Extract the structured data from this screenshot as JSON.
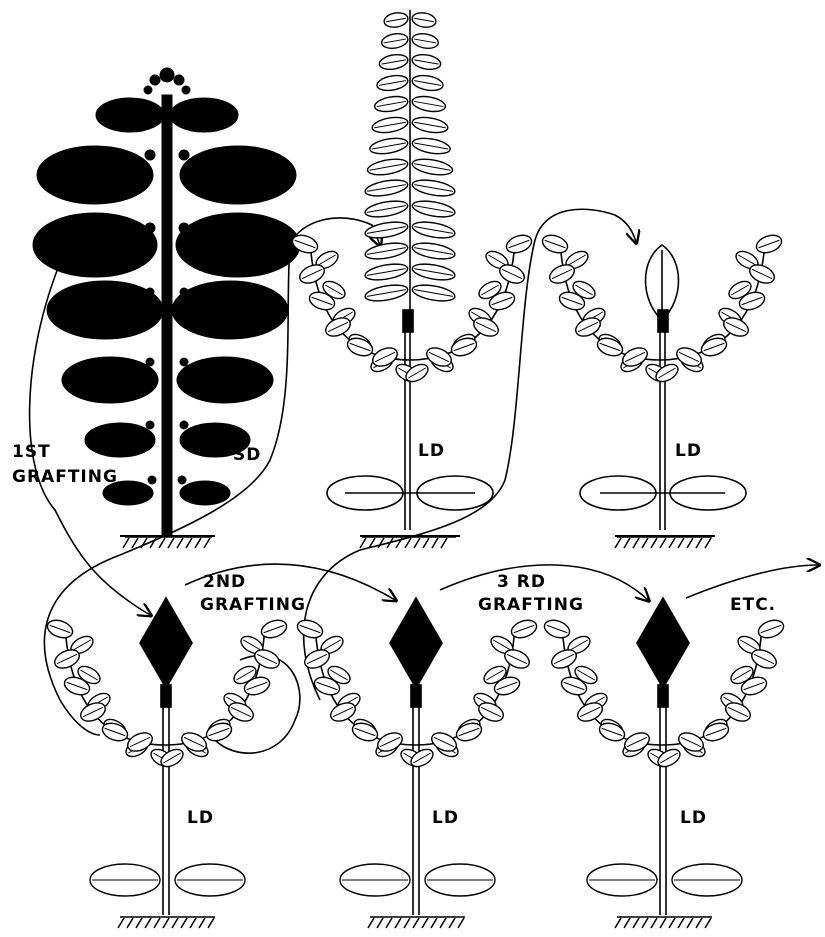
{
  "labels": {
    "sd": "SD",
    "ld": "LD",
    "first_grafting": [
      "1ST",
      "GRAFTING"
    ],
    "second_grafting": [
      "2ND",
      "GRAFTING"
    ],
    "third_grafting": [
      "3 RD",
      "GRAFTING"
    ],
    "etc": "ETC."
  },
  "colors": {
    "ink": "#000000",
    "paper": "#ffffff"
  }
}
